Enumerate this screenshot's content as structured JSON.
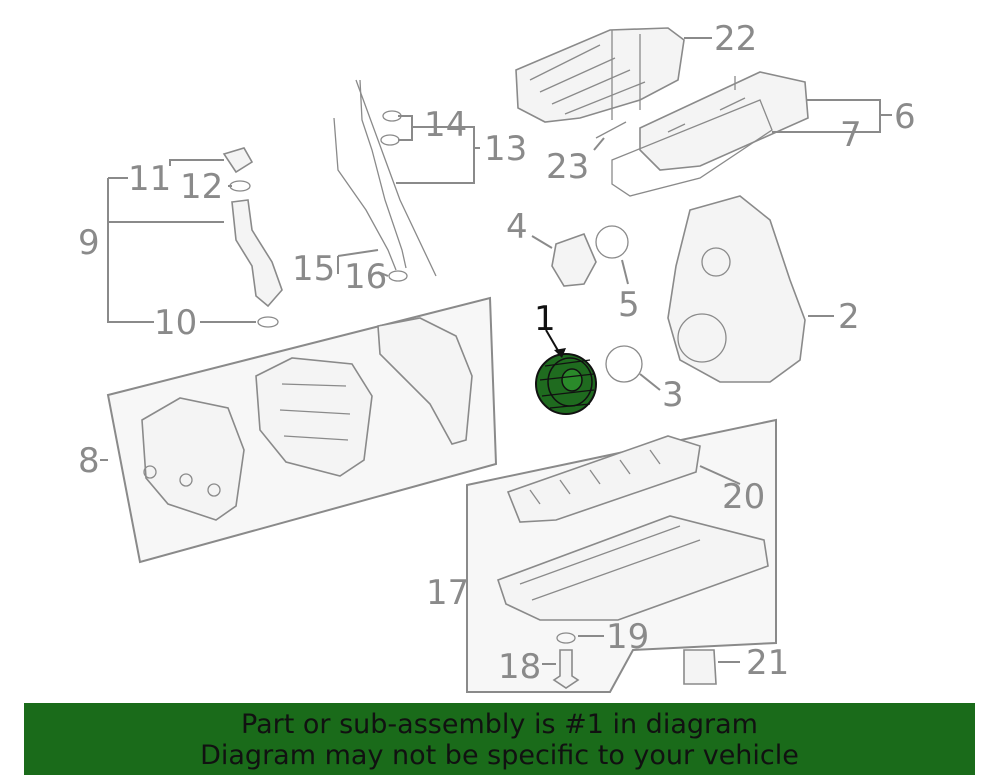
{
  "diagram": {
    "callouts": {
      "c1": "1",
      "c2": "2",
      "c3": "3",
      "c4": "4",
      "c5": "5",
      "c6": "6",
      "c7": "7",
      "c8": "8",
      "c9": "9",
      "c10": "10",
      "c11": "11",
      "c12": "12",
      "c13": "13",
      "c14": "14",
      "c15": "15",
      "c16": "16",
      "c17": "17",
      "c18": "18",
      "c19": "19",
      "c20": "20",
      "c21": "21",
      "c22": "22",
      "c23": "23"
    },
    "highlight_part": "1",
    "colors": {
      "line": "#8a8a8a",
      "highlight": "#1f6b1f",
      "banner": "#1a6b1a"
    }
  },
  "banner": {
    "line1": "Part or sub-assembly is #1 in diagram",
    "line2": "Diagram may not be specific to your vehicle"
  }
}
